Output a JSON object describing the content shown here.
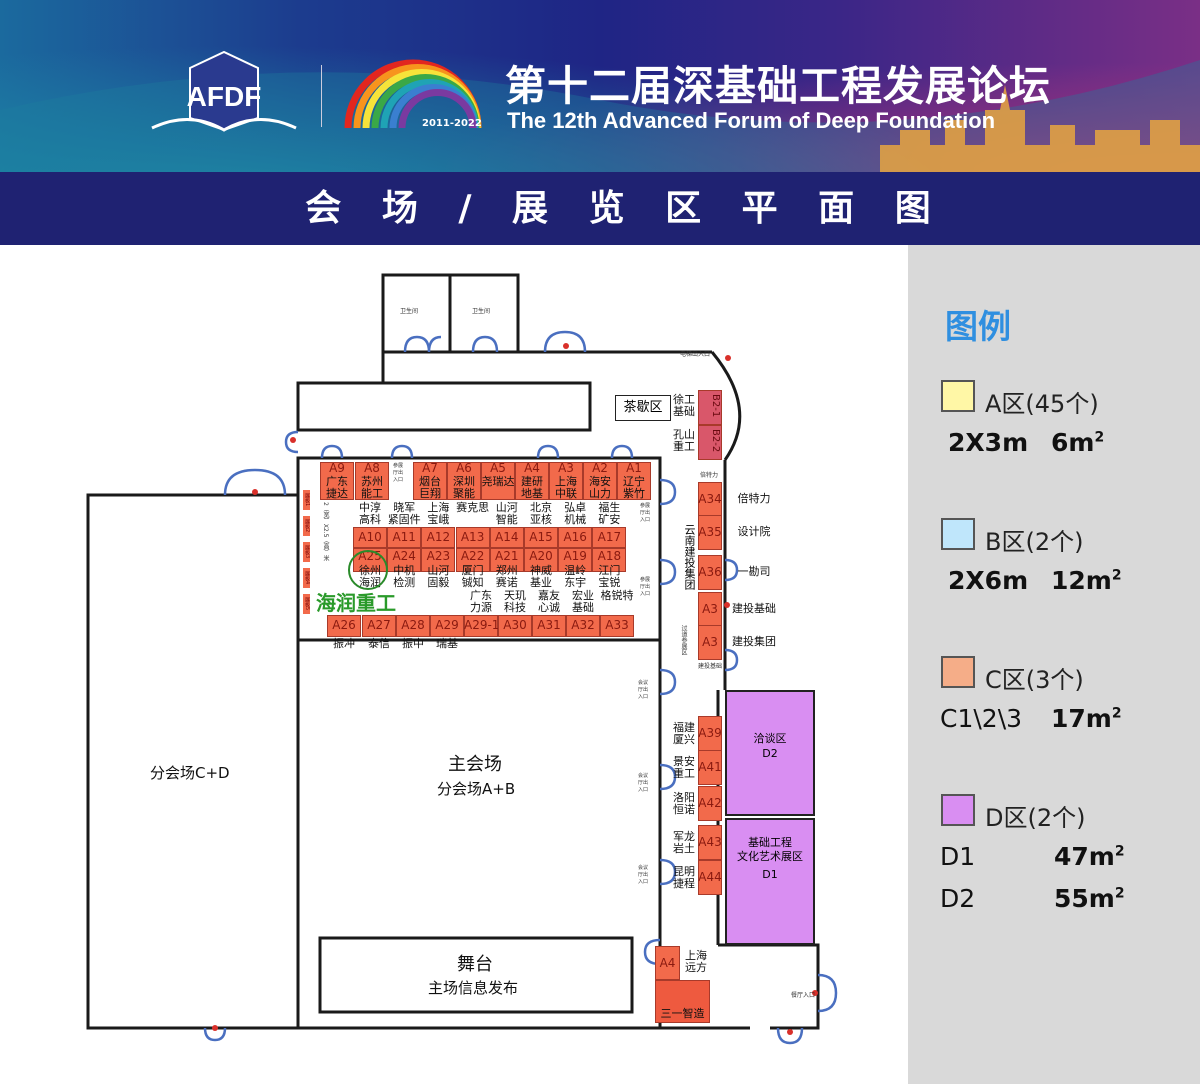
{
  "header": {
    "logo_text": "AFDF",
    "anniversary": "2011-2022",
    "title_cn": "第十二届深基础工程发展论坛",
    "title_en": "The 12th Advanced Forum of Deep Foundation"
  },
  "page_title": "会 场 / 展 览 区 平 面 图",
  "rooms": {
    "restroom1": "卫生间",
    "restroom2": "卫生间",
    "tea_break": "茶歇区",
    "sub_hall_cd": "分会场C+D",
    "main_hall": "主会场",
    "sub_hall_ab": "分会场A+B",
    "stage": "舞台",
    "stage_sub": "主场信息发布",
    "d2_name": "洽谈区",
    "d2_id": "D2",
    "d1_name": "基础工程\n文化艺术展区",
    "d1_id": "D1",
    "yunnan": "云南建投集团",
    "highlight": "海润重工"
  },
  "small_labels": {
    "elevator": "电梯出入口",
    "exhibit_door": "参展\n厅出\n入口",
    "meeting_door": "会议\n厅出\n入口",
    "restaurant": "餐厅入口",
    "aisle": "过道参展区",
    "panel_size": "2（宽）X2.5（高）米",
    "panels": [
      "展板1",
      "展板2",
      "展板3",
      "展板4",
      "展板5"
    ],
    "betteli_small": "倍特力",
    "jiantou_small": "建投基础"
  },
  "booths": {
    "top_row": [
      {
        "id": "A9",
        "name": "广东\n捷达"
      },
      {
        "id": "A8",
        "name": "苏州\n能工"
      },
      {
        "id": "A7",
        "name": "烟台\n巨翔"
      },
      {
        "id": "A6",
        "name": "深圳\n聚能"
      },
      {
        "id": "A5",
        "name": "尧瑞达"
      },
      {
        "id": "A4",
        "name": "建研\n地基"
      },
      {
        "id": "A3",
        "name": "上海\n中联"
      },
      {
        "id": "A2",
        "name": "海安\n山力"
      },
      {
        "id": "A1",
        "name": "辽宁\n紫竹"
      }
    ],
    "row2": [
      {
        "id": "A10",
        "name": "中淳\n高科"
      },
      {
        "id": "A11",
        "name": "晓军\n紧固件"
      },
      {
        "id": "A12",
        "name": "上海\n宝峨"
      },
      {
        "id": "A13",
        "name": "赛克思"
      },
      {
        "id": "A14",
        "name": "山河\n智能"
      },
      {
        "id": "A15",
        "name": "北京\n亚核"
      },
      {
        "id": "A16",
        "name": "弘卓\n机械"
      },
      {
        "id": "A17",
        "name": "福生\n矿安"
      }
    ],
    "row3": [
      {
        "id": "A25",
        "name": "徐州\n海润"
      },
      {
        "id": "A24",
        "name": "中机\n检测"
      },
      {
        "id": "A23",
        "name": "山河\n固毅"
      },
      {
        "id": "A22",
        "name": "厦门\n铖知"
      },
      {
        "id": "A21",
        "name": "郑州\n赛诺"
      },
      {
        "id": "A20",
        "name": "神威\n基业"
      },
      {
        "id": "A19",
        "name": "温岭\n东宇"
      },
      {
        "id": "A18",
        "name": "江门\n宝锐"
      }
    ],
    "bottom_row": [
      {
        "id": "A26",
        "name": "振冲"
      },
      {
        "id": "A27",
        "name": "泰信"
      },
      {
        "id": "A28",
        "name": "振中"
      },
      {
        "id": "A29",
        "name": "瑞基"
      },
      {
        "id": "A29-1",
        "name": "广东\n力源"
      },
      {
        "id": "A30",
        "name": "天玑\n科技"
      },
      {
        "id": "A31",
        "name": "嘉友\n心诚"
      },
      {
        "id": "A32",
        "name": "宏业\n基础"
      },
      {
        "id": "A33",
        "name": "格锐特"
      }
    ],
    "b_zone": [
      {
        "id": "B2-1",
        "name": "徐工\n基础"
      },
      {
        "id": "B2-2",
        "name": "孔山\n重工"
      }
    ],
    "right_col": [
      {
        "id": "A34",
        "name": "倍特力"
      },
      {
        "id": "A35",
        "name": "设计院"
      },
      {
        "id": "A36",
        "name": "一勘司"
      },
      {
        "id": "A3",
        "name": "建投基础"
      },
      {
        "id": "A3",
        "name": "建投集团"
      }
    ],
    "lower_col": [
      {
        "id": "A39",
        "name": "福建\n厦兴"
      },
      {
        "id": "A41",
        "name": "景安\n重工"
      },
      {
        "id": "A42",
        "name": "洛阳\n恒诺"
      },
      {
        "id": "A43",
        "name": "军龙\n岩土"
      },
      {
        "id": "A44",
        "name": "昆明\n捷程"
      }
    ],
    "corner": [
      {
        "id": "A4",
        "name": "上海\n远方"
      },
      {
        "id": "",
        "name": "三一智造"
      }
    ]
  },
  "legend": {
    "title": "图例",
    "items": [
      {
        "name": "A区(45个)",
        "size_label": "2X3m",
        "area": "6m",
        "color": "#fff7a6"
      },
      {
        "name": "B区(2个)",
        "size_label": "2X6m",
        "area": "12m",
        "color": "#bfe6fb"
      },
      {
        "name": "C区(3个)",
        "size_label": "C1\\2\\3",
        "area": "17m",
        "color": "#f5ad88"
      },
      {
        "name": "D区(2个)",
        "size_label": "D1",
        "area": "47m",
        "color": "#d98ef2",
        "extra_label": "D2",
        "extra_area": "55m"
      }
    ]
  }
}
